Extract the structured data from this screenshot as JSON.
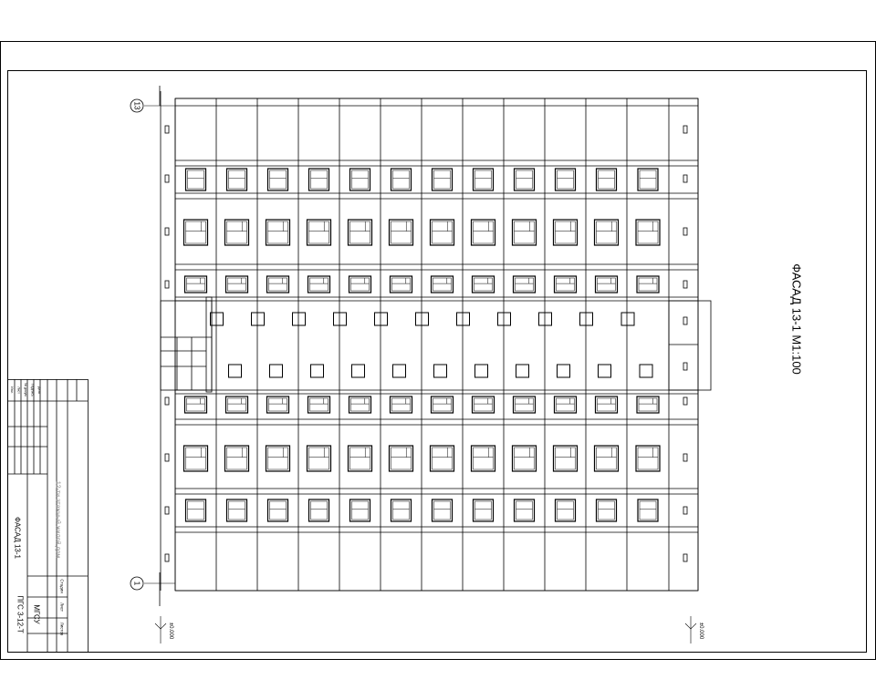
{
  "drawing": {
    "title": "ФАСАД 13-1  М1:100",
    "axis_top": "13",
    "axis_bottom": "1",
    "level_left": "±0.000",
    "level_right": "±0.000"
  },
  "title_block": {
    "name": "ФАСАД 13-1",
    "project": "12-ти этажный жилой дом",
    "org": "МГСУ",
    "code": "ПГС  3-12-Т",
    "stage": "Стадия",
    "sheet": "Лист",
    "sheets": "Листов",
    "row_labels": [
      "Изм.",
      "Лист",
      "№ докум.",
      "Подпись",
      "Дата"
    ]
  }
}
